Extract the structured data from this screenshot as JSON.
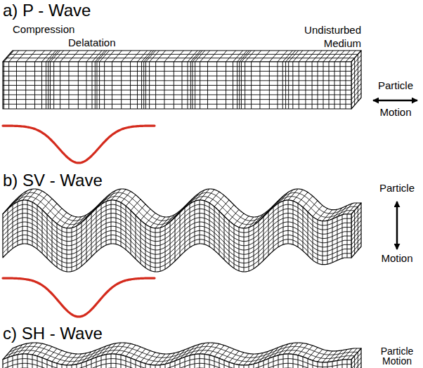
{
  "diagram": {
    "labels": [
      "a) P - Wave",
      "Compression",
      "Delatation",
      "Undisturbed Medium",
      "Particle",
      "Motion",
      "b) SV - Wave",
      "Particle",
      "Motion",
      "c) SH - Wave",
      "Particle",
      "Motion"
    ]
  }
}
